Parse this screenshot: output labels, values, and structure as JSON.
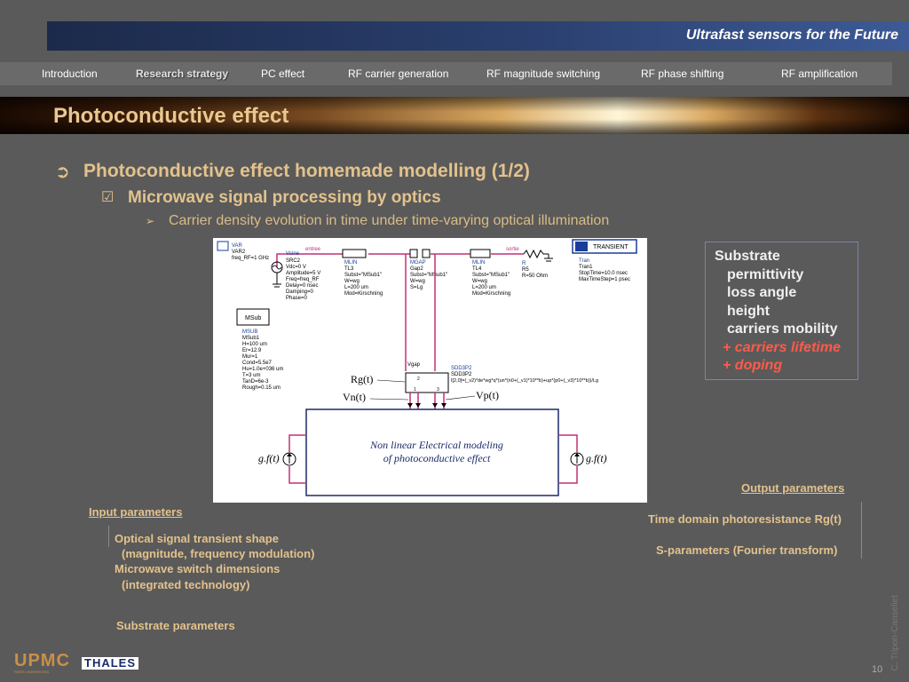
{
  "header": {
    "title": "Ultrafast sensors for the Future"
  },
  "nav": {
    "items": [
      {
        "label": "Introduction"
      },
      {
        "label": "Research strategy"
      },
      {
        "label": "PC effect"
      },
      {
        "label": "RF carrier generation"
      },
      {
        "label": "RF  magnitude switching"
      },
      {
        "label": "RF  phase shifting"
      },
      {
        "label": "RF  amplification"
      }
    ]
  },
  "page_title": "Photoconductive effect",
  "bullets": {
    "level1": "Photoconductive effect homemade modelling (1/2)",
    "level2": "Microwave signal processing by optics",
    "level3": "Carrier density evolution in time under time-varying optical illumination"
  },
  "substrate": {
    "heading": "Substrate",
    "items": [
      "permittivity",
      "loss angle",
      "height",
      "carriers mobility"
    ],
    "highlighted": [
      "+ carriers lifetime",
      "+ doping"
    ]
  },
  "diagram": {
    "var_block": {
      "title": "VAR",
      "lines": [
        "VAR2",
        "freq_RF=1 GHz"
      ]
    },
    "src": {
      "title": "Vsine",
      "lines": [
        "SRC2",
        "Vdc=0 V",
        "Amplitude=5 V",
        "Freq=freq_RF",
        "Delay=0 nsec",
        "Damping=0",
        "Phase=0"
      ]
    },
    "entree": "entree",
    "sortie": "sortie",
    "mlin_in": {
      "title": "MLIN",
      "lines": [
        "TL3",
        "Subst=\"MSub1\"",
        "W=wg",
        "L=200 um",
        "Mod=Kirschning"
      ]
    },
    "mgap": {
      "title": "MGAP",
      "lines": [
        "Gap2",
        "Subst=\"MSub1\"",
        "W=wg",
        "S=Lg"
      ]
    },
    "mlin_out": {
      "title": "MLIN",
      "lines": [
        "TL4",
        "Subst=\"MSub1\"",
        "W=wg",
        "L=200 um",
        "Mod=Kirschning"
      ]
    },
    "resistor": {
      "title": "R",
      "lines": [
        "R5",
        "R=50 Ohm"
      ]
    },
    "transient_label": "TRANSIENT",
    "tran": {
      "title": "Tran",
      "lines": [
        "Tran1",
        "StopTime=10.0 nsec",
        "MaxTimeStep=1 psec"
      ]
    },
    "msub_label": "MSub",
    "msub": {
      "title": "MSUB",
      "lines": [
        "MSub1",
        "H=100 um",
        "Er=12.9",
        "Mur=1",
        "Cond=5.5e7",
        "Hu=1.0e+036 um",
        "T=3 um",
        "TanD=6e-3",
        "Rough=0.15 um"
      ]
    },
    "vgap": "Vgap",
    "sdd": {
      "title": "SDD3P2",
      "lines": [
        "SDD3P2",
        "I[2,0]=(_v2)*de*wg*q*(un*(n0+(_v1)*10**b)+up*(p0+(_v3)*10**b))/Lg"
      ]
    },
    "rg": "Rg(t)",
    "vn": "Vn(t)",
    "vp": "Vp(t)",
    "box_line1": "Non linear Electrical modeling",
    "box_line2": "of photoconductive effect",
    "gf_left": "g.f(t)",
    "gf_right": "g.f(t)",
    "pins": [
      "1",
      "2",
      "3"
    ]
  },
  "input_parameters": {
    "label": "Input parameters",
    "lines": [
      "Optical signal transient shape",
      "(magnitude, frequency modulation)",
      "Microwave switch dimensions",
      "(integrated technology)"
    ],
    "substrate": "Substrate  parameters"
  },
  "output_parameters": {
    "label": "Output parameters",
    "lines": [
      "Time domain photoresistance Rg(t)",
      "S-parameters (Fourier transform)"
    ]
  },
  "footer": {
    "author": "C. Tripon-Canseliet",
    "page_number": "10",
    "logo_upmc": "UPMC",
    "logo_upmc_sub": "PARIS UNIVERSITAS",
    "logo_thales": "THALES"
  },
  "colors": {
    "accent": "#e3c28c",
    "highlight": "#ff5a4a",
    "background": "#5a5a5a"
  }
}
